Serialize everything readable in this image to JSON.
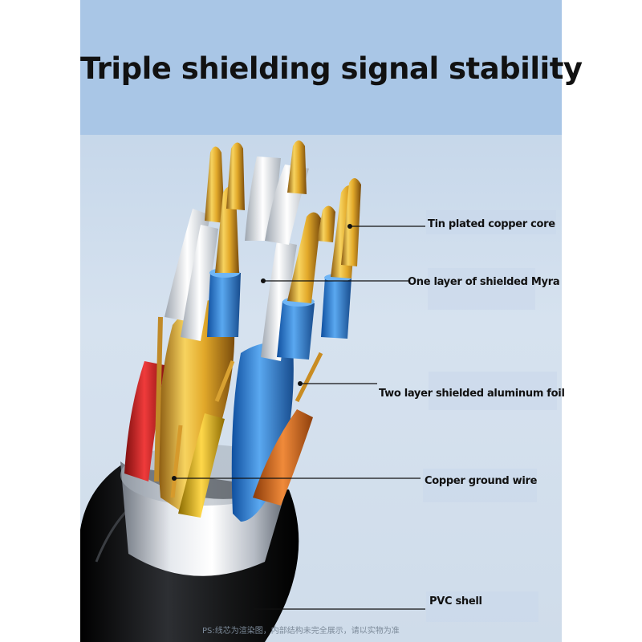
{
  "title": "Triple shielding signal stability",
  "labels": {
    "core": "Tin plated copper core",
    "myra": "One layer of shielded Myra",
    "foil": "Two layer shielded aluminum foil",
    "ground": "Copper ground wire",
    "pvc": "PVC shell"
  },
  "footnote": "PS:线芯为渲染图，内部结构未完全展示，请以实物为准",
  "colors": {
    "title_band": "#a9c6e6",
    "gold": "#e2b53a",
    "blue_wire": "#2f7fd6",
    "red_wire": "#d42a2a",
    "orange_wire": "#e0762a",
    "black_jacket": "#1a1a1a",
    "silver_shield": "#c9ced6"
  }
}
